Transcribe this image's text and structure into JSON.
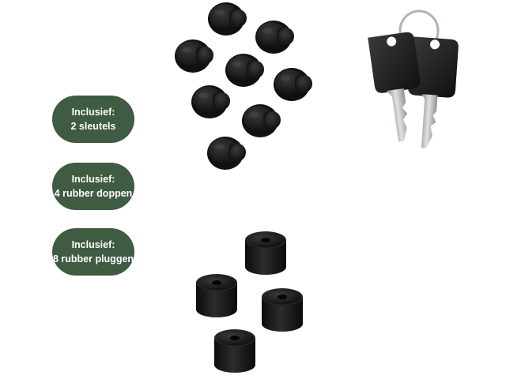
{
  "badges": [
    {
      "line1": "Inclusief:",
      "line2": "2 sleutels"
    },
    {
      "line1": "Inclusief:",
      "line2": "4 rubber doppen"
    },
    {
      "line1": "Inclusief:",
      "line2": "8 rubber pluggen"
    }
  ],
  "colors": {
    "badge_bg": "#3f5b42",
    "badge_text": "#ffffff",
    "rubber": "#1a1a1a",
    "key_metal": "#b9bcbf"
  },
  "icons": [
    "rubber-plug-icon",
    "rubber-cap-icon",
    "key-icon",
    "key-ring-icon"
  ]
}
